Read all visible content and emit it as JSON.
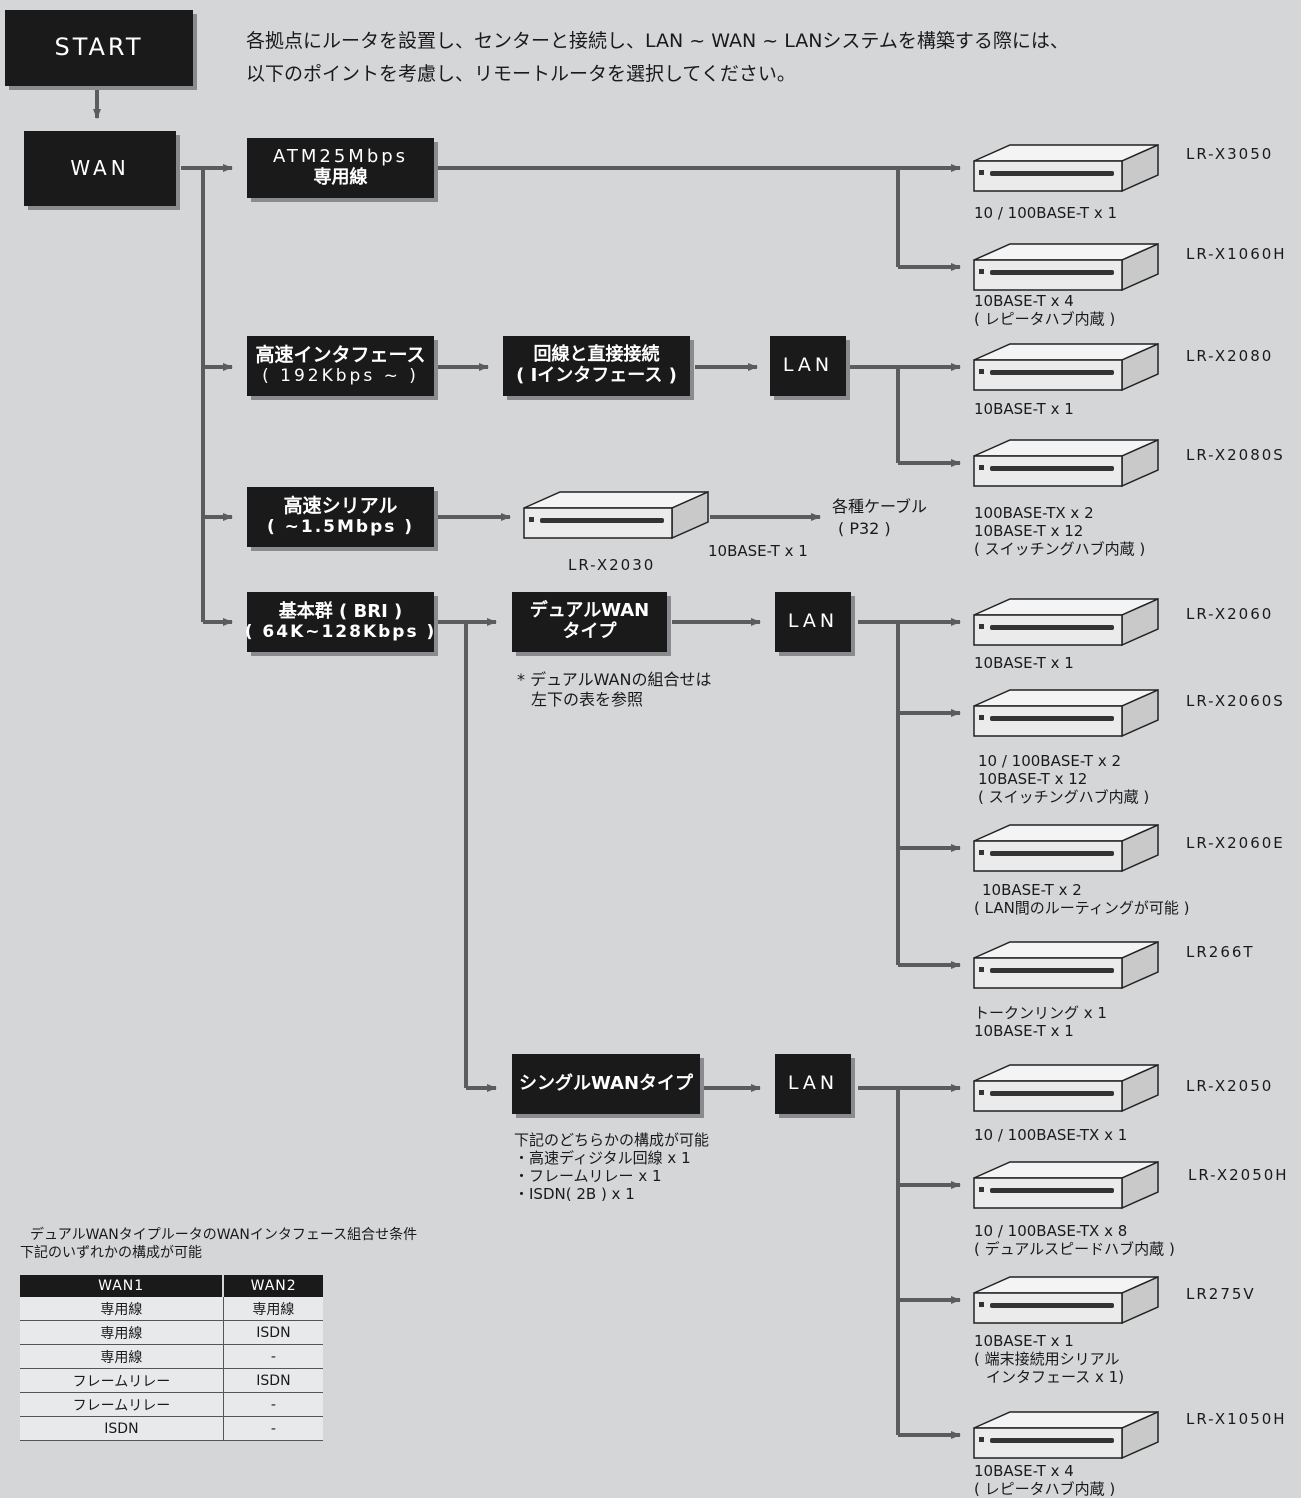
{
  "intro": {
    "line1": "各拠点にルータを設置し、センターと接続し、LAN ~ WAN ~ LANシステムを構築する際には、",
    "line2": "以下のポイントを考慮し、リモートルータを選択してください。"
  },
  "boxes": {
    "start": "START",
    "wan": "WAN",
    "atm_l1": "ATM25Mbps",
    "atm_l2": "専用線",
    "hs_l1": "高速インタフェース",
    "hs_l2": "( 192Kbps ~ )",
    "direct_l1": "回線と直接接続",
    "direct_l2": "( Iインタフェース )",
    "lan": "LAN",
    "serial_l1": "高速シリアル",
    "serial_l2": "( ~1.5Mbps )",
    "bri_l1": "基本群 ( BRI )",
    "bri_l2": "( 64K~128Kbps )",
    "dual_l1": "デュアルWAN",
    "dual_l2": "タイプ",
    "single": "シングルWANタイプ"
  },
  "routers": [
    {
      "model": "LR-X3050",
      "spec": [
        "10 / 100BASE-T x 1"
      ]
    },
    {
      "model": "LR-X1060H",
      "spec": [
        "10BASE-T x 4",
        "( レピータハブ内蔵 )"
      ]
    },
    {
      "model": "LR-X2080",
      "spec": [
        "10BASE-T x 1"
      ]
    },
    {
      "model": "LR-X2080S",
      "spec": [
        "100BASE-TX x 2",
        "10BASE-T x 12",
        "( スイッチングハブ内蔵 )"
      ]
    },
    {
      "model": "LR-X2060",
      "spec": [
        "10BASE-T x 1"
      ]
    },
    {
      "model": "LR-X2060S",
      "spec": [
        "10 / 100BASE-T x 2",
        "10BASE-T x 12",
        "( スイッチングハブ内蔵 )"
      ]
    },
    {
      "model": "LR-X2060E",
      "spec": [
        "10BASE-T x 2",
        "( LAN間のルーティングが可能 )"
      ]
    },
    {
      "model": "LR266T",
      "spec": [
        "トークンリング x 1",
        "10BASE-T x 1"
      ]
    },
    {
      "model": "LR-X2050",
      "spec": [
        "10 / 100BASE-TX x 1"
      ]
    },
    {
      "model": "LR-X2050H",
      "spec": [
        "10 / 100BASE-TX x 8",
        "( デュアルスピードハブ内蔵 )"
      ]
    },
    {
      "model": "LR275V",
      "spec": [
        "10BASE-T x 1",
        "( 端末接続用シリアル",
        "インタフェース x 1)"
      ]
    },
    {
      "model": "LR-X1050H",
      "spec": [
        "10BASE-T x 4",
        "( レピータハブ内蔵 )"
      ]
    }
  ],
  "serial_router": {
    "model": "LR-X2030",
    "port": "10BASE-T x 1",
    "cable_l1": "各種ケーブル",
    "cable_l2": "( P32 )"
  },
  "dual_note": {
    "l1": "* デュアルWANの組合せは",
    "l2": "左下の表を参照"
  },
  "single_note": [
    "下記のどちらかの構成が可能",
    "・高速ディジタル回線 x 1",
    "・フレームリレー x 1",
    "・ISDN( 2B ) x 1"
  ],
  "combo": {
    "caption_l1": "デュアルWANタイプルータのWANインタフェース組合せ条件",
    "caption_l2": "下記のいずれかの構成が可能",
    "headers": [
      "WAN1",
      "WAN2"
    ],
    "rows": [
      [
        "専用線",
        "専用線"
      ],
      [
        "専用線",
        "ISDN"
      ],
      [
        "専用線",
        "-"
      ],
      [
        "フレームリレー",
        "ISDN"
      ],
      [
        "フレームリレー",
        "-"
      ],
      [
        "ISDN",
        "-"
      ]
    ]
  },
  "colors": {
    "box": "#1a1a1a",
    "line": "#5c5c5c",
    "background": "#d5d6d8"
  }
}
